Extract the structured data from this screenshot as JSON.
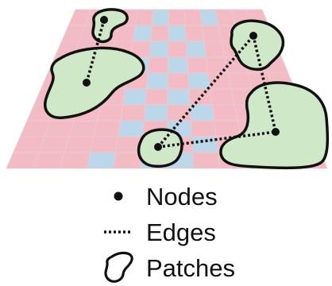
{
  "colors": {
    "grid_pink": "#f3bcc4",
    "grid_blue": "#bcd6ea",
    "grid_line": "#e9cdd3",
    "patch_fill": "#cfe8c7",
    "ink": "#111111"
  },
  "legend": {
    "nodes_label": "Nodes",
    "edges_label": "Edges",
    "patches_label": "Patches"
  }
}
